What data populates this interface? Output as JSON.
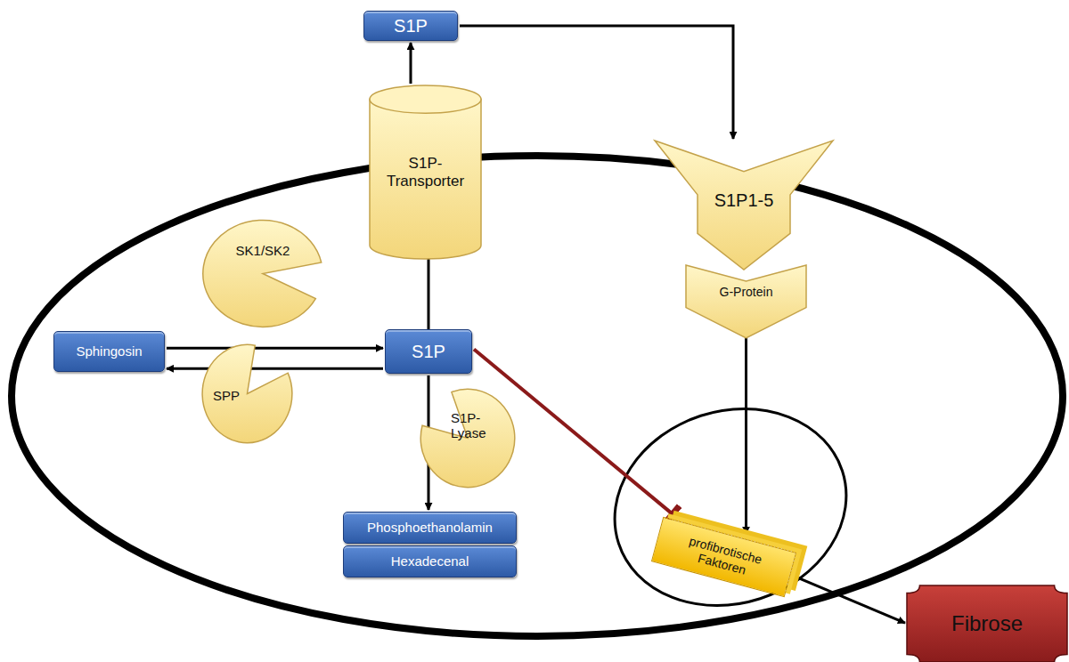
{
  "diagram": {
    "nodes": [
      {
        "text": [
          "S1P"
        ]
      },
      {
        "text": [
          "S1P-Transporter"
        ]
      },
      {
        "text": [
          "S1P1-5"
        ]
      },
      {
        "text": [
          "G-Protein"
        ]
      },
      {
        "text": [
          "SK1/SK2"
        ]
      },
      {
        "text": [
          "Sphingosin"
        ]
      },
      {
        "text": [
          "S1P"
        ]
      },
      {
        "text": [
          "SPP"
        ]
      },
      {
        "text": [
          "S1P-Lyase"
        ]
      },
      {
        "text": [
          "Phosphoethanolamin"
        ]
      },
      {
        "text": [
          "Hexadecenal"
        ]
      },
      {
        "text": [
          "profibrotische Faktoren"
        ]
      },
      {
        "text": [
          "Fibrose"
        ]
      }
    ],
    "edges": [
      {
        "from": 1,
        "to": 0,
        "arrow": "to"
      },
      {
        "from": 0,
        "to": 2,
        "arrow": "to"
      },
      {
        "from": 6,
        "to": 1,
        "arrow": "none"
      },
      {
        "from": 5,
        "to": 6,
        "arrow": "to"
      },
      {
        "from": 6,
        "to": 5,
        "arrow": "to"
      },
      {
        "from": 6,
        "to": 9,
        "arrow": "to"
      },
      {
        "from": 6,
        "to": 11,
        "arrow": "to"
      },
      {
        "from": 3,
        "to": 11,
        "arrow": "to"
      },
      {
        "from": 11,
        "to": 12,
        "arrow": "to"
      }
    ]
  }
}
